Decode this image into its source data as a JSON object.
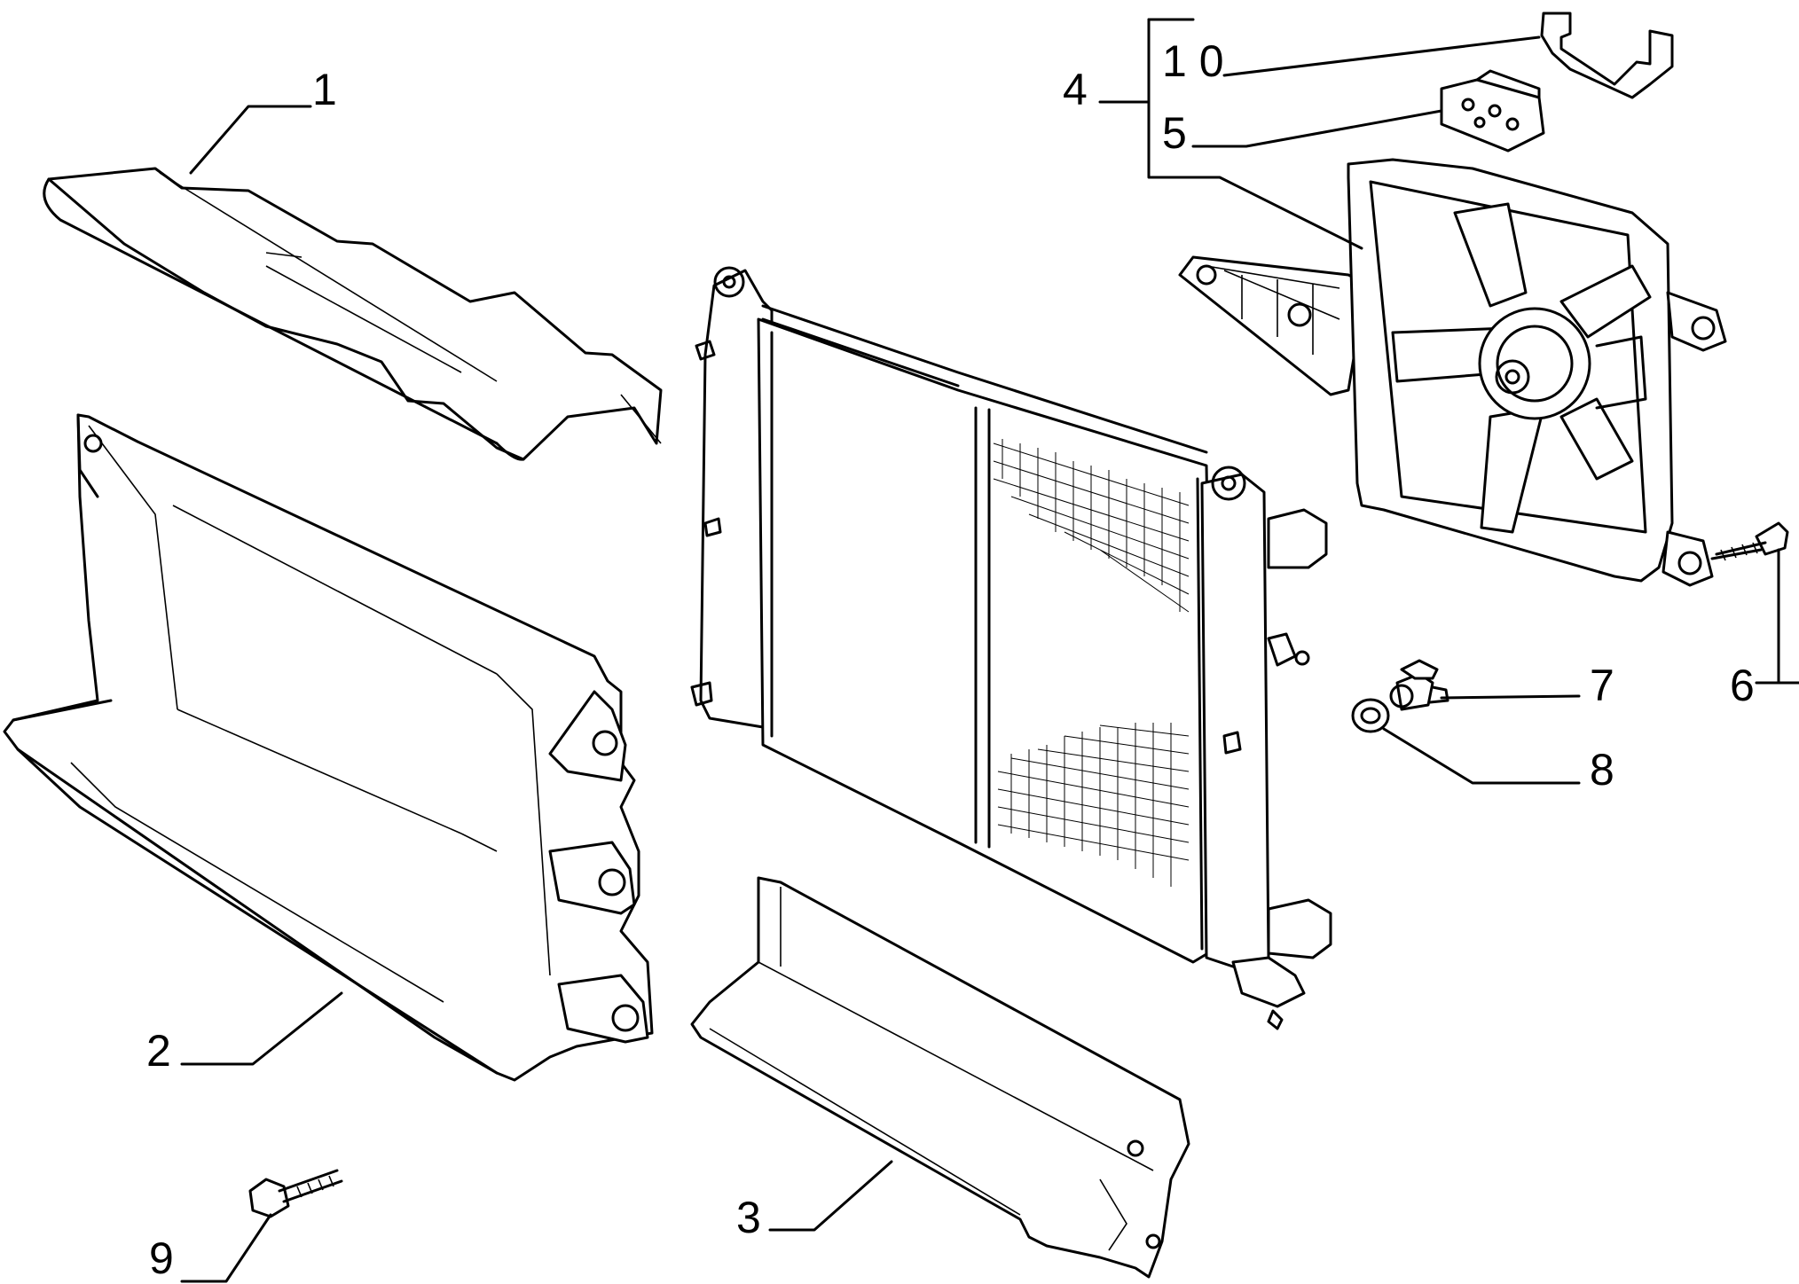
{
  "callouts": [
    {
      "id": "callout-1",
      "label": "1"
    },
    {
      "id": "callout-2",
      "label": "2"
    },
    {
      "id": "callout-3",
      "label": "3"
    },
    {
      "id": "callout-4",
      "label": "4"
    },
    {
      "id": "callout-5",
      "label": "5"
    },
    {
      "id": "callout-6",
      "label": "6"
    },
    {
      "id": "callout-7",
      "label": "7"
    },
    {
      "id": "callout-8",
      "label": "8"
    },
    {
      "id": "callout-9",
      "label": "9"
    },
    {
      "id": "callout-10",
      "label": "1 0"
    }
  ]
}
